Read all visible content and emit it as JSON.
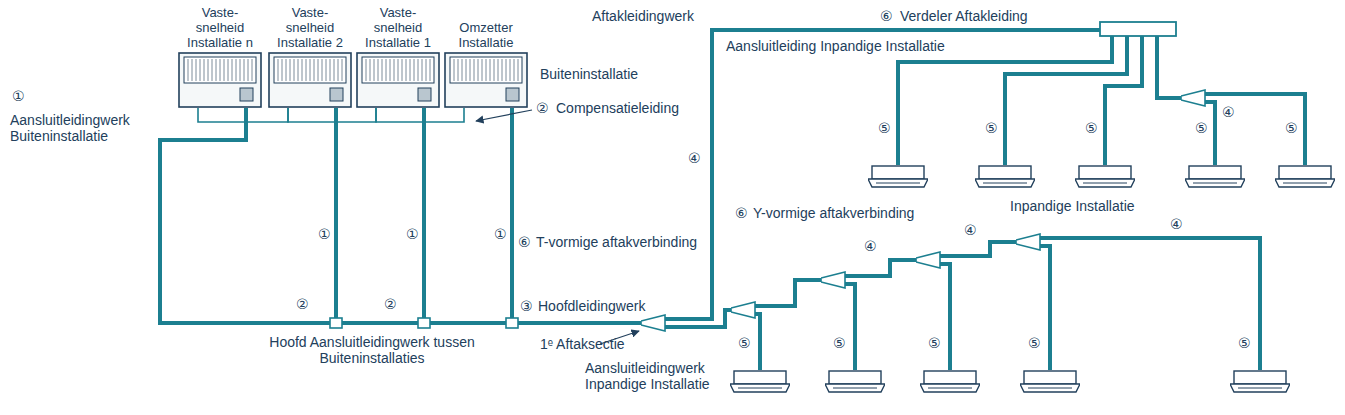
{
  "diagram": {
    "nodes": [
      {
        "text": [
          "Vaste-snelheid Installatie n"
        ]
      },
      {
        "text": [
          "Vaste-snelheid Installatie 2"
        ]
      },
      {
        "text": [
          "Vaste-snelheid Installatie 1"
        ]
      },
      {
        "text": [
          "Omzetter Installatie"
        ]
      }
    ],
    "edges": [
      {
        "from": 0,
        "to": 1,
        "arrow": "none"
      },
      {
        "from": 1,
        "to": 2,
        "arrow": "none"
      },
      {
        "from": 2,
        "to": 3,
        "arrow": "none"
      }
    ],
    "labels": [
      "Aftakleidingwerk",
      "⑥",
      "Verdeler Aftakleiding",
      "Aansluitleiding Inpandige Installatie",
      "④",
      "⑤",
      "⑤",
      "⑤",
      "⑤",
      "⑤",
      "Inpandige Installatie",
      "Buiteninstallatie",
      "④",
      "②",
      "Compensatieleiding",
      "①",
      "Aansluitleidingwerk Buiteninstallatie",
      "①",
      "①",
      "①",
      "⑥",
      "T-vormige aftakverbinding",
      "③",
      "Hoofdleidingwerk",
      "⑥",
      "Y-vormige aftakverbinding",
      "④",
      "④",
      "④",
      "⑤",
      "⑤",
      "⑤",
      "⑤",
      "⑤",
      "1ᵉ Aftaksectie",
      "Aansluitleidingwerk Inpandige Installatie",
      "②",
      "②",
      "Hoofd Aansluitleidingwerk tussen Buiteninstallaties"
    ]
  }
}
